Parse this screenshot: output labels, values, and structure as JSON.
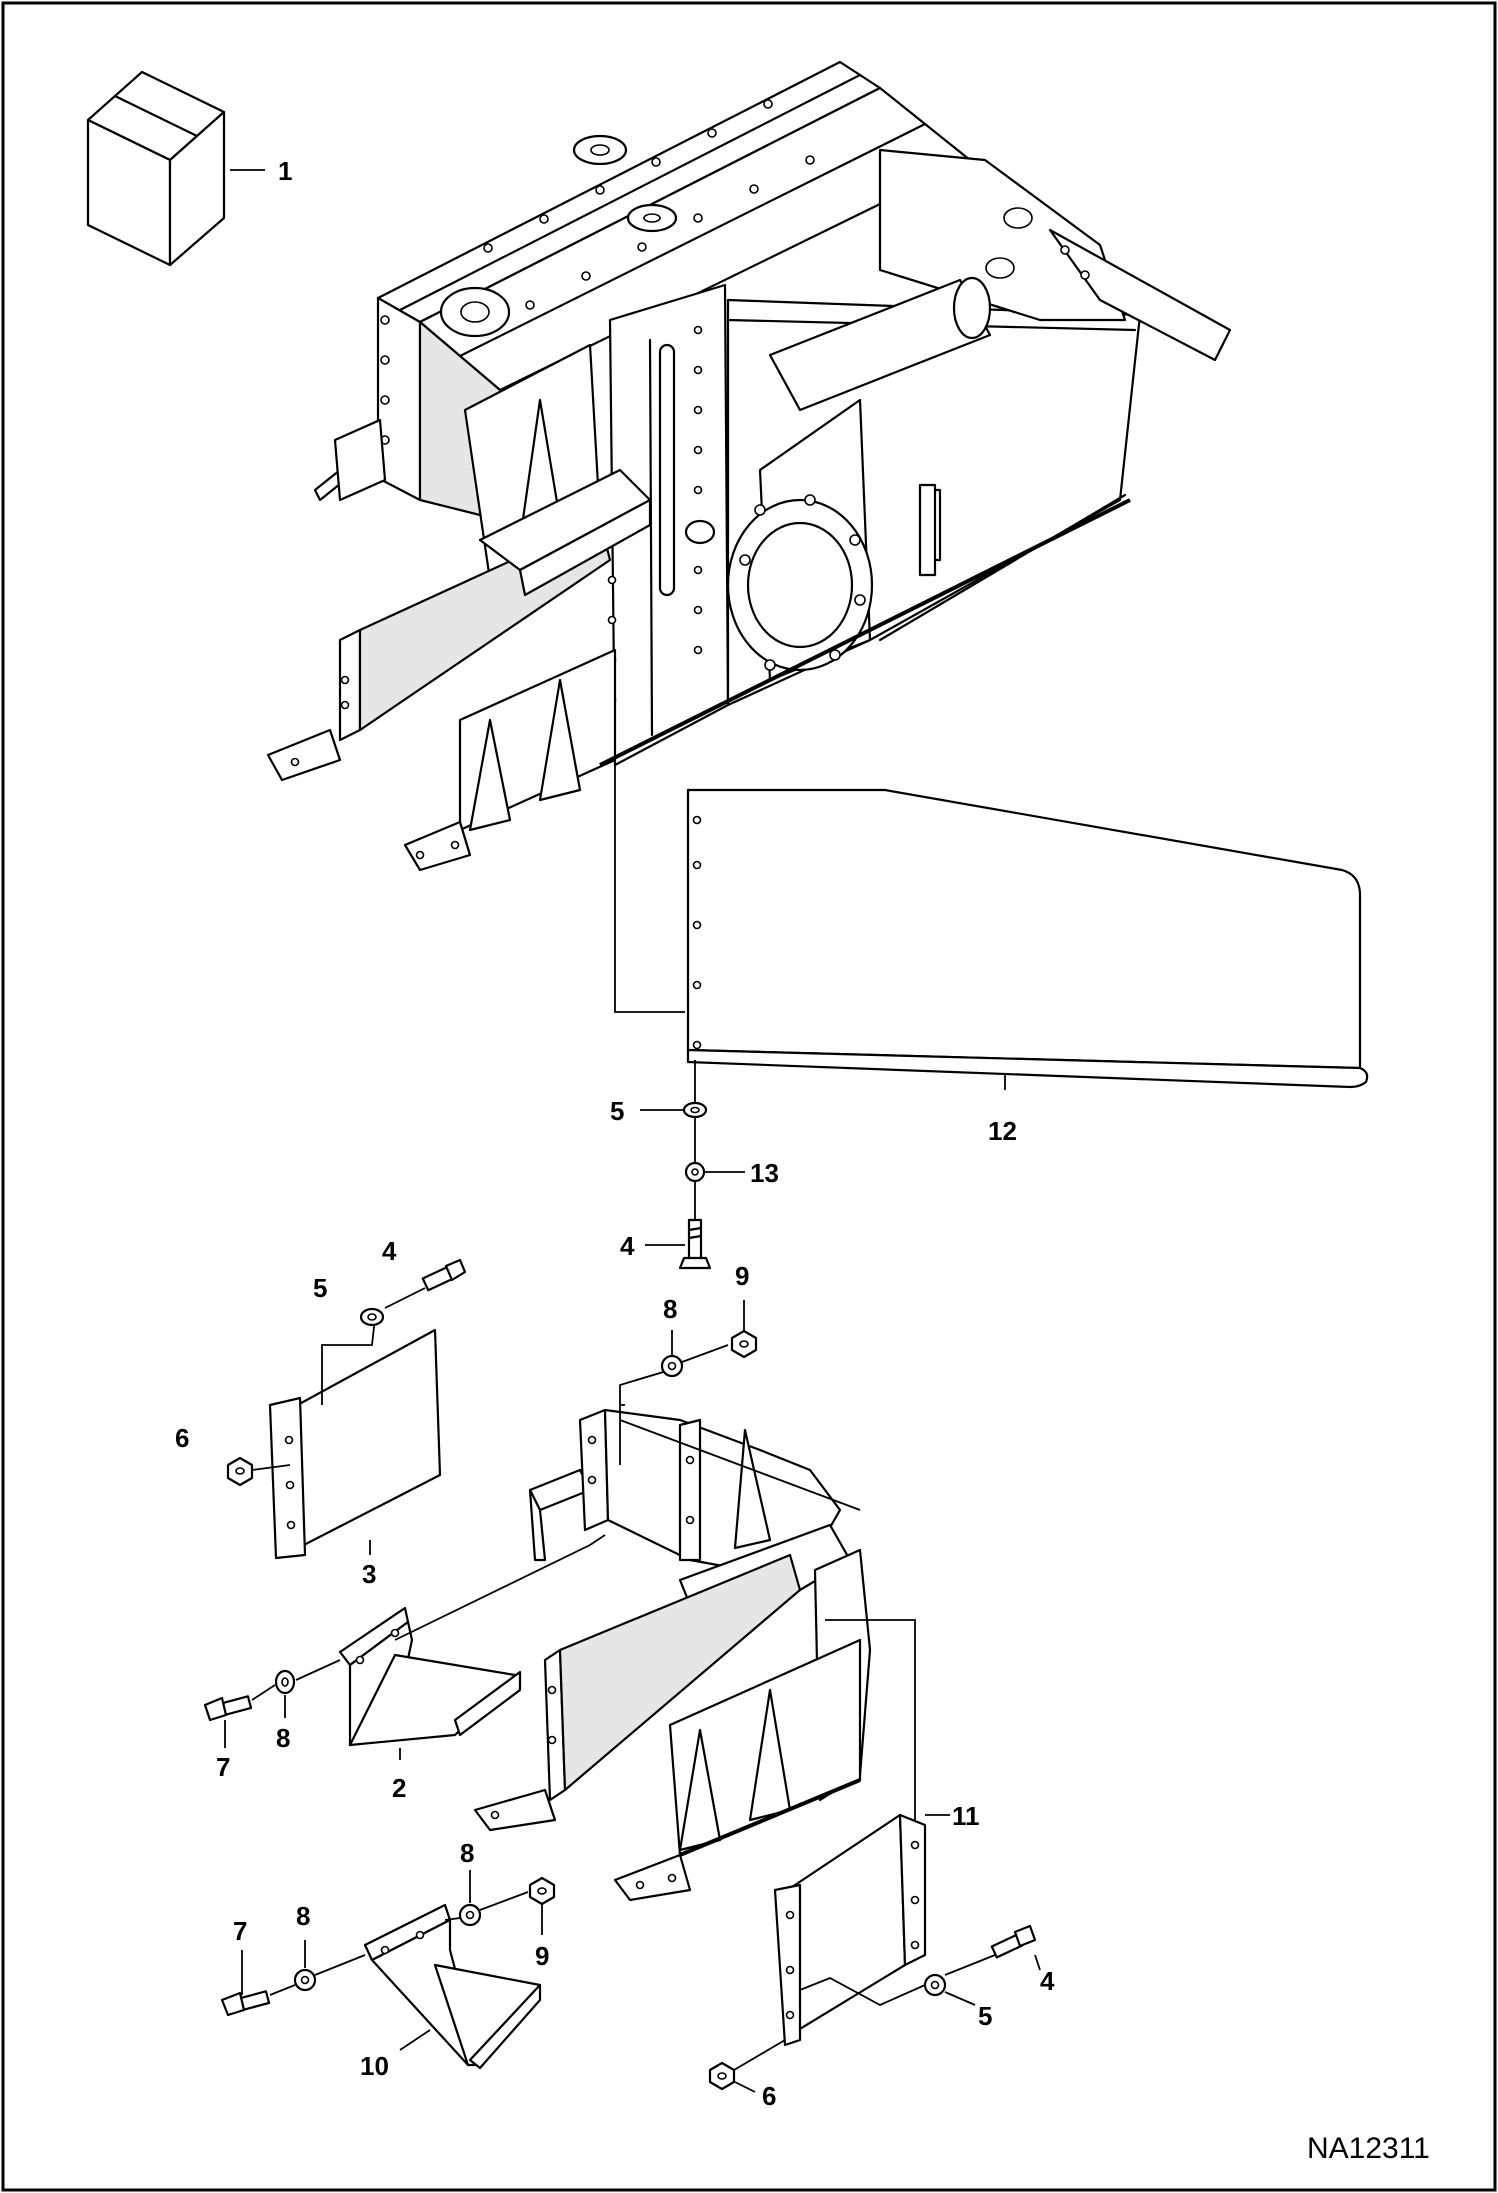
{
  "figure": {
    "drawing_code": "NA12311"
  },
  "callouts": {
    "c1": "1",
    "c2": "2",
    "c3": "3",
    "c4a": "4",
    "c4b": "4",
    "c4c": "4",
    "c5a": "5",
    "c5b": "5",
    "c5c": "5",
    "c6a": "6",
    "c6b": "6",
    "c7a": "7",
    "c7b": "7",
    "c8a": "8",
    "c8b": "8",
    "c8c": "8",
    "c8d": "8",
    "c9a": "9",
    "c9b": "9",
    "c10": "10",
    "c11": "11",
    "c12": "12",
    "c13": "13"
  },
  "colors": {
    "ink": "#000000",
    "paper": "#ffffff",
    "shade": "#e6e6e6"
  }
}
